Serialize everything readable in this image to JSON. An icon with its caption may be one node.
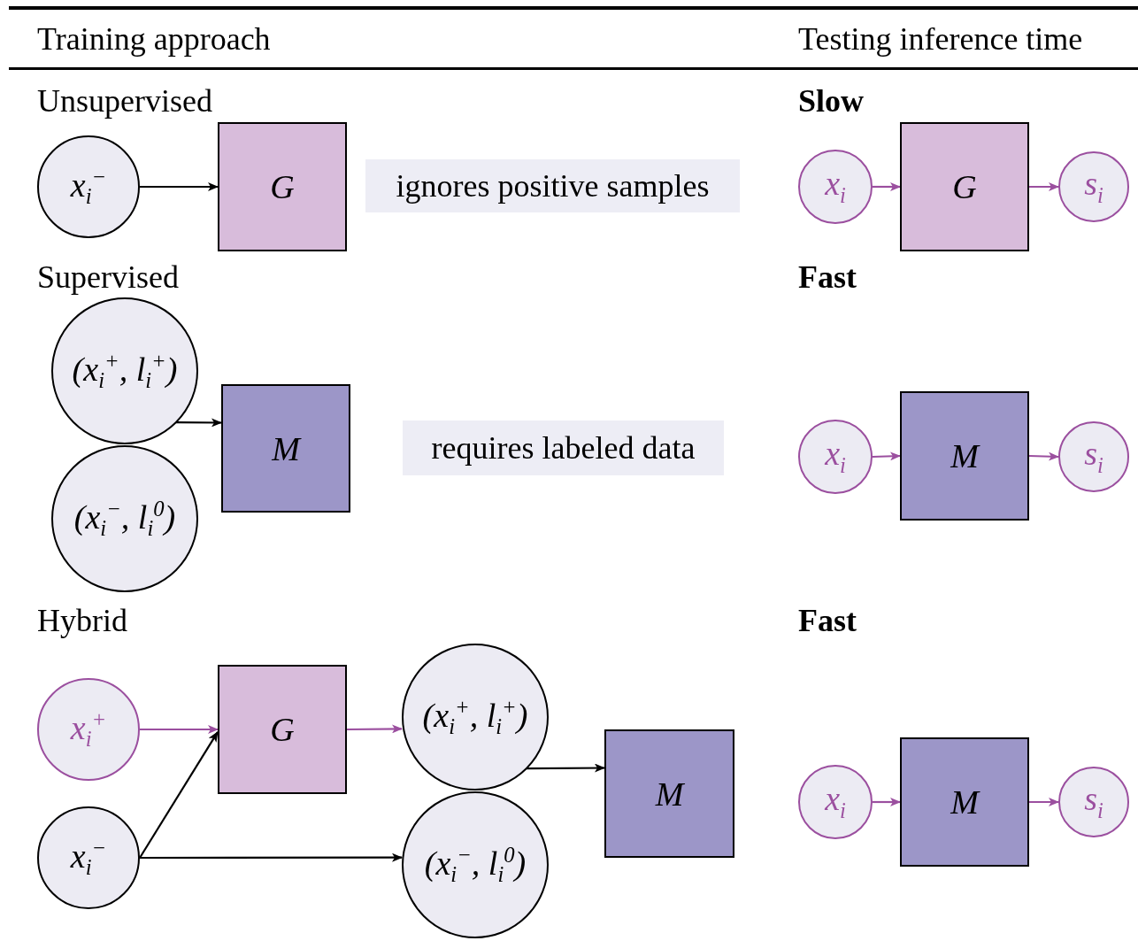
{
  "diagram": {
    "nodes": [
      {
        "text": [
          "x$_{i}$$^{−}$"
        ]
      },
      {
        "text": [
          "G"
        ]
      },
      {
        "text": [
          "ignores positive samples"
        ]
      },
      {
        "text": [
          "x$_{i}$"
        ]
      },
      {
        "text": [
          "G"
        ]
      },
      {
        "text": [
          "s$_{i}$"
        ]
      },
      {
        "text": [
          "(x$_{i}$$^{+}$, l$_{i}$$^{+}$)"
        ]
      },
      {
        "text": [
          "(x$_{i}$$^{−}$, l$_{i}$$^{0}$)"
        ]
      },
      {
        "text": [
          "M"
        ]
      },
      {
        "text": [
          "requires labeled data"
        ]
      },
      {
        "text": [
          "x$_{i}$"
        ]
      },
      {
        "text": [
          "M"
        ]
      },
      {
        "text": [
          "s$_{i}$"
        ]
      },
      {
        "text": [
          "x$_{i}$$^{+}$"
        ]
      },
      {
        "text": [
          "x$_{i}$$^{−}$"
        ]
      },
      {
        "text": [
          "G"
        ]
      },
      {
        "text": [
          "(x$_{i}$$^{+}$, l$_{i}$$^{+}$)"
        ]
      },
      {
        "text": [
          "(x$_{i}$$^{−}$, l$_{i}$$^{0}$)"
        ]
      },
      {
        "text": [
          "M"
        ]
      },
      {
        "text": [
          "x$_{i}$"
        ]
      },
      {
        "text": [
          "M"
        ]
      },
      {
        "text": [
          "s$_{i}$"
        ]
      }
    ],
    "edges": [
      {
        "from": 0,
        "to": 1,
        "arrow": "to",
        "color": "#000000"
      },
      {
        "from": 3,
        "to": 4,
        "arrow": "to"
      },
      {
        "from": 4,
        "to": 5,
        "arrow": "to"
      },
      {
        "from": 6,
        "to": 8,
        "arrow": "to",
        "color": "#000000"
      },
      {
        "from": 10,
        "to": 11,
        "arrow": "to"
      },
      {
        "from": 11,
        "to": 12,
        "arrow": "to"
      },
      {
        "from": 13,
        "to": 15,
        "arrow": "to"
      },
      {
        "from": 14,
        "to": 15,
        "arrow": "to",
        "color": "#000000"
      },
      {
        "from": 15,
        "to": 16,
        "arrow": "to"
      },
      {
        "from": 16,
        "to": 18,
        "arrow": "to",
        "color": "#000000"
      },
      {
        "from": 14,
        "to": 17,
        "arrow": "to",
        "color": "#000000"
      },
      {
        "from": 19,
        "to": 20,
        "arrow": "to"
      },
      {
        "from": 20,
        "to": 21,
        "arrow": "to"
      }
    ],
    "labels": [
      "Training approach",
      "Testing inference time",
      "Unsupervised",
      "Slow",
      "Supervised",
      "Fast",
      "Hybrid",
      "Fast"
    ]
  }
}
